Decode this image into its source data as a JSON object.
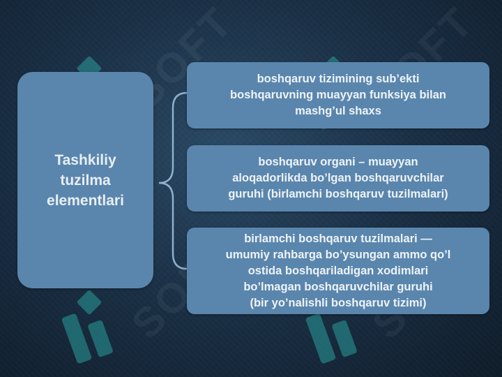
{
  "diagram": {
    "left_label": "Tashkiliy\ntuzilma\nelementlari",
    "items": [
      {
        "text": "boshqaruv tizimining sub’ekti\nboshqaruvning muayyan funksiya bilan\nmashg’ul shaxs"
      },
      {
        "text": "boshqaruv organi – muayyan\naloqadorlikda bo’lgan boshqaruvchilar\nguruhi (birlamchi boshqaruv tuzilmalari)"
      },
      {
        "text": "birlamchi boshqaruv tuzilmalari —\numumiy rahbarga bo’ysungan ammo qo’l\nostida boshqariladigan xodimlari\nbo’lmagan boshqaruvchilar guruhi\n(bir yo’nalishli boshqaruv tizimi)"
      }
    ]
  },
  "watermark": {
    "text": "SOFT"
  },
  "colors": {
    "box": "#5a86ad",
    "line": "#8fb0cc",
    "logo": "#2a9d9a"
  }
}
